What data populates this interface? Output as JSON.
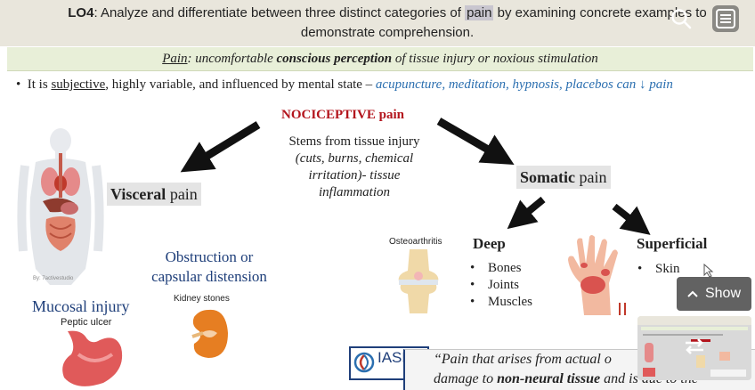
{
  "header": {
    "lo_prefix": "LO4",
    "lo_text_a": ": Analyze and differentiate between three distinct categories of ",
    "lo_highlight": "pain",
    "lo_text_b": " by examining concrete examples to demonstrate comprehension."
  },
  "definition": {
    "term": "Pain",
    "text_a": ": uncomfortable ",
    "bold": "conscious perception",
    "text_b": " of tissue injury or noxious stimulation"
  },
  "bullet": {
    "text_a": "It is ",
    "underline": "subjective",
    "text_b": ", highly variable, and influenced by mental state – ",
    "blue": "acupuncture, meditation, hypnosis, placebos can ↓ pain"
  },
  "nociceptive": {
    "title": "NOCICEPTIVE pain",
    "line1": "Stems from tissue injury",
    "line2": "(cuts, burns, chemical",
    "line3": "irritation)- tissue",
    "line4": "inflammation"
  },
  "visceral": {
    "bold": "Visceral",
    "rest": " pain"
  },
  "somatic": {
    "bold": "Somatic",
    "rest": " pain"
  },
  "obstruction": {
    "line1": "Obstruction or",
    "line2": "capsular distension"
  },
  "labels": {
    "kidney": "Kidney stones",
    "mucosal": "Mucosal injury",
    "peptic": "Peptic ulcer",
    "osteoarthritis": "Osteoarthritis",
    "credit": "By: 7activestudio"
  },
  "deep": {
    "title": "Deep",
    "items": [
      "Bones",
      "Joints",
      "Muscles"
    ]
  },
  "superficial": {
    "title": "Superficial",
    "items": [
      "Skin"
    ]
  },
  "iasp": {
    "logo": "IASP",
    "quote_line1": "“Pain that arises from actual o",
    "quote_line2_a": "damage to ",
    "quote_line2_b": "non-neural tissue",
    "quote_line2_c": " and is due to the"
  },
  "overlay": {
    "show_label": "Show"
  },
  "colors": {
    "accent_red": "#b3141c",
    "accent_blue": "#2b6fb0",
    "navy": "#1f3f7a"
  }
}
